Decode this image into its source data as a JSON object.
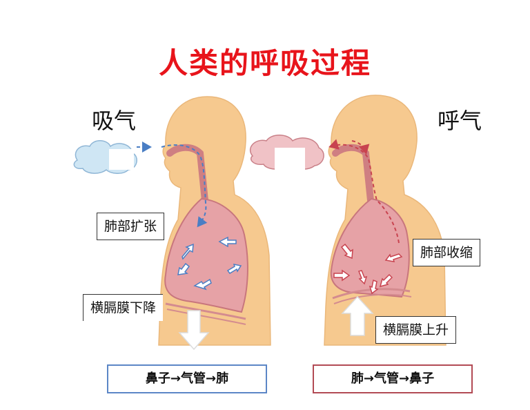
{
  "title": "人类的呼吸过程",
  "inhale": {
    "heading": "吸气",
    "lung_label": "肺部扩张",
    "diaphragm_label": "横膈膜下降",
    "path_label": "鼻子→气管→肺"
  },
  "exhale": {
    "heading": "呼气",
    "lung_label": "肺部收缩",
    "diaphragm_label": "横膈膜上升",
    "path_label": "肺→气管→鼻子"
  },
  "colors": {
    "title": "#e8141b",
    "skin": "#f6c98f",
    "lung": "#e6a2a6",
    "inhale_arrow": "#4a7ec4",
    "exhale_arrow": "#c8434f",
    "inhale_box_border": "#5b86c6",
    "exhale_box_border": "#b24a54",
    "inhale_cloud": "#cfe6f4",
    "exhale_cloud": "#f0c2c6"
  }
}
